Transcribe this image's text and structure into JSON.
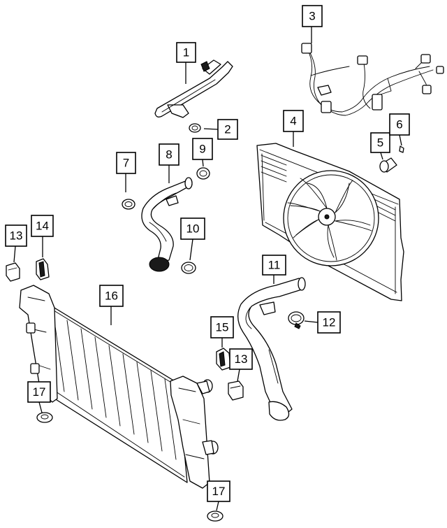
{
  "callouts": [
    {
      "id": "c1",
      "label": "1"
    },
    {
      "id": "c2",
      "label": "2"
    },
    {
      "id": "c3",
      "label": "3"
    },
    {
      "id": "c4",
      "label": "4"
    },
    {
      "id": "c5",
      "label": "5"
    },
    {
      "id": "c6",
      "label": "6"
    },
    {
      "id": "c7",
      "label": "7"
    },
    {
      "id": "c8",
      "label": "8"
    },
    {
      "id": "c9",
      "label": "9"
    },
    {
      "id": "c10",
      "label": "10"
    },
    {
      "id": "c11",
      "label": "11"
    },
    {
      "id": "c12",
      "label": "12"
    },
    {
      "id": "c13a",
      "label": "13"
    },
    {
      "id": "c13b",
      "label": "13"
    },
    {
      "id": "c14",
      "label": "14"
    },
    {
      "id": "c15",
      "label": "15"
    },
    {
      "id": "c16",
      "label": "16"
    },
    {
      "id": "c17a",
      "label": "17"
    },
    {
      "id": "c17b",
      "label": "17"
    }
  ]
}
